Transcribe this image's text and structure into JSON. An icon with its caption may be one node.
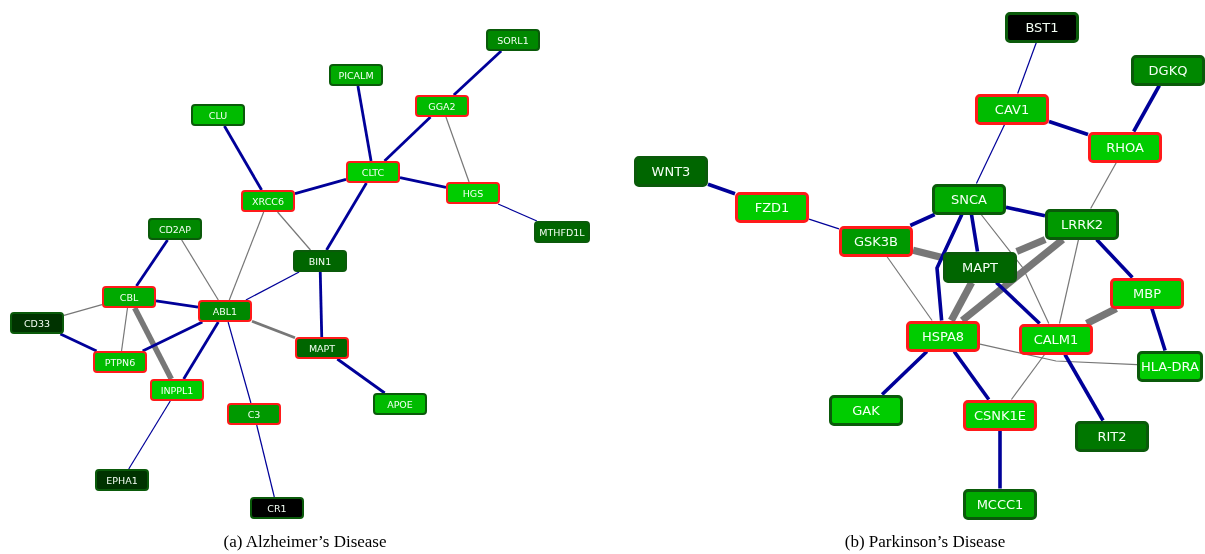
{
  "diagram": {
    "nodes": [
      {
        "text": [
          "SORL1"
        ]
      },
      {
        "text": [
          "PICALM"
        ]
      },
      {
        "text": [
          "GGA2"
        ]
      },
      {
        "text": [
          "CLU"
        ]
      },
      {
        "text": [
          "CLTC"
        ]
      },
      {
        "text": [
          "HGS"
        ]
      },
      {
        "text": [
          "XRCC6"
        ]
      },
      {
        "text": [
          "CD2AP"
        ]
      },
      {
        "text": [
          "MTHFD1L"
        ]
      },
      {
        "text": [
          "BIN1"
        ]
      },
      {
        "text": [
          "CBL"
        ]
      },
      {
        "text": [
          "ABL1"
        ]
      },
      {
        "text": [
          "CD33"
        ]
      },
      {
        "text": [
          "MAPT"
        ]
      },
      {
        "text": [
          "PTPN6"
        ]
      },
      {
        "text": [
          "INPPL1"
        ]
      },
      {
        "text": [
          "APOE"
        ]
      },
      {
        "text": [
          "C3"
        ]
      },
      {
        "text": [
          "EPHA1"
        ]
      },
      {
        "text": [
          "CR1"
        ]
      },
      {
        "text": [
          "BST1"
        ]
      },
      {
        "text": [
          "DGKQ"
        ]
      },
      {
        "text": [
          "CAV1"
        ]
      },
      {
        "text": [
          "RHOA"
        ]
      },
      {
        "text": [
          "WNT3"
        ]
      },
      {
        "text": [
          "FZD1"
        ]
      },
      {
        "text": [
          "SNCA"
        ]
      },
      {
        "text": [
          "LRRK2"
        ]
      },
      {
        "text": [
          "GSK3B"
        ]
      },
      {
        "text": [
          "MAPT"
        ]
      },
      {
        "text": [
          "MBP"
        ]
      },
      {
        "text": [
          "HSPA8"
        ]
      },
      {
        "text": [
          "CALM1"
        ]
      },
      {
        "text": [
          "HLA-DRA"
        ]
      },
      {
        "text": [
          "GAK"
        ]
      },
      {
        "text": [
          "CSNK1E"
        ]
      },
      {
        "text": [
          "RIT2"
        ]
      },
      {
        "text": [
          "MCCC1"
        ]
      }
    ],
    "edges": [
      {
        "from": 0,
        "to": 2,
        "arrow": "none"
      },
      {
        "from": 1,
        "to": 4,
        "arrow": "none"
      },
      {
        "from": 2,
        "to": 4,
        "arrow": "none"
      },
      {
        "from": 2,
        "to": 5,
        "arrow": "none",
        "color": "#777777"
      },
      {
        "from": 3,
        "to": 6,
        "arrow": "none"
      },
      {
        "from": 6,
        "to": 4,
        "arrow": "none"
      },
      {
        "from": 4,
        "to": 5,
        "arrow": "none"
      },
      {
        "from": 4,
        "to": 9,
        "arrow": "none"
      },
      {
        "from": 5,
        "to": 8,
        "arrow": "none"
      },
      {
        "from": 6,
        "to": 9,
        "arrow": "none",
        "color": "#777777"
      },
      {
        "from": 6,
        "to": 11,
        "arrow": "none",
        "color": "#777777"
      },
      {
        "from": 7,
        "to": 11,
        "arrow": "none",
        "color": "#777777"
      },
      {
        "from": 7,
        "to": 10,
        "arrow": "none"
      },
      {
        "from": 9,
        "to": 11,
        "arrow": "none"
      },
      {
        "from": 9,
        "to": 13,
        "arrow": "none"
      },
      {
        "from": 10,
        "to": 11,
        "arrow": "none"
      },
      {
        "from": 10,
        "to": 12,
        "arrow": "none",
        "color": "#777777"
      },
      {
        "from": 10,
        "to": 14,
        "arrow": "none",
        "color": "#777777"
      },
      {
        "from": 10,
        "to": 15,
        "arrow": "none",
        "style": "thick",
        "color": "#777777"
      },
      {
        "from": 12,
        "to": 14,
        "arrow": "none"
      },
      {
        "from": 14,
        "to": 11,
        "arrow": "none"
      },
      {
        "from": 11,
        "to": 15,
        "arrow": "none"
      },
      {
        "from": 11,
        "to": 13,
        "arrow": "none",
        "color": "#777777"
      },
      {
        "from": 11,
        "to": 17,
        "arrow": "none"
      },
      {
        "from": 13,
        "to": 16,
        "arrow": "none"
      },
      {
        "from": 15,
        "to": 18,
        "arrow": "none"
      },
      {
        "from": 17,
        "to": 19,
        "arrow": "none"
      },
      {
        "from": 20,
        "to": 22,
        "arrow": "none"
      },
      {
        "from": 21,
        "to": 23,
        "arrow": "none"
      },
      {
        "from": 22,
        "to": 23,
        "arrow": "none"
      },
      {
        "from": 22,
        "to": 26,
        "arrow": "none"
      },
      {
        "from": 23,
        "to": 27,
        "arrow": "none",
        "color": "#777777"
      },
      {
        "from": 24,
        "to": 25,
        "arrow": "none"
      },
      {
        "from": 25,
        "to": 28,
        "arrow": "none"
      },
      {
        "from": 28,
        "to": 26,
        "arrow": "none"
      },
      {
        "from": 26,
        "to": 27,
        "arrow": "none"
      },
      {
        "from": 28,
        "to": 29,
        "arrow": "none",
        "style": "thick",
        "color": "#777777"
      },
      {
        "from": 26,
        "to": 29,
        "arrow": "none"
      },
      {
        "from": 26,
        "to": 31,
        "arrow": "none"
      },
      {
        "from": 26,
        "to": 32,
        "arrow": "none",
        "color": "#777777"
      },
      {
        "from": 29,
        "to": 27,
        "arrow": "none",
        "style": "thick",
        "color": "#777777"
      },
      {
        "from": 27,
        "to": 31,
        "arrow": "none",
        "style": "thick",
        "color": "#777777"
      },
      {
        "from": 27,
        "to": 32,
        "arrow": "none",
        "color": "#777777"
      },
      {
        "from": 27,
        "to": 30,
        "arrow": "none"
      },
      {
        "from": 28,
        "to": 31,
        "arrow": "none",
        "color": "#777777"
      },
      {
        "from": 29,
        "to": 31,
        "arrow": "none",
        "style": "thick",
        "color": "#777777"
      },
      {
        "from": 29,
        "to": 32,
        "arrow": "none"
      },
      {
        "from": 30,
        "to": 32,
        "arrow": "none",
        "style": "thick",
        "color": "#777777"
      },
      {
        "from": 30,
        "to": 33,
        "arrow": "none"
      },
      {
        "from": 31,
        "to": 33,
        "arrow": "none",
        "color": "#777777"
      },
      {
        "from": 31,
        "to": 34,
        "arrow": "none"
      },
      {
        "from": 31,
        "to": 35,
        "arrow": "none"
      },
      {
        "from": 32,
        "to": 35,
        "arrow": "none",
        "color": "#777777"
      },
      {
        "from": 32,
        "to": 36,
        "arrow": "none"
      },
      {
        "from": 35,
        "to": 37,
        "arrow": "none"
      }
    ],
    "labels": [
      "(a) Alzheimer’s Disease",
      "(b) Parkinson’s Disease"
    ]
  }
}
